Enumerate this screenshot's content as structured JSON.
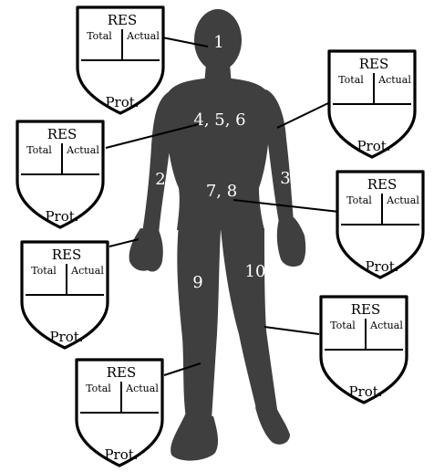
{
  "colors": {
    "body": "#3f3f3f",
    "label_text": "#ffffff",
    "outline": "#000000",
    "background": "#ffffff"
  },
  "shield_text": {
    "res": "RES",
    "total": "Total",
    "actual": "Actual",
    "prot": "Prot."
  },
  "regions": [
    {
      "id": "1",
      "label": "1"
    },
    {
      "id": "2",
      "label": "2"
    },
    {
      "id": "3",
      "label": "3"
    },
    {
      "id": "4-5-6",
      "label": "4, 5, 6"
    },
    {
      "id": "7-8",
      "label": "7, 8"
    },
    {
      "id": "9",
      "label": "9"
    },
    {
      "id": "10",
      "label": "10"
    }
  ]
}
